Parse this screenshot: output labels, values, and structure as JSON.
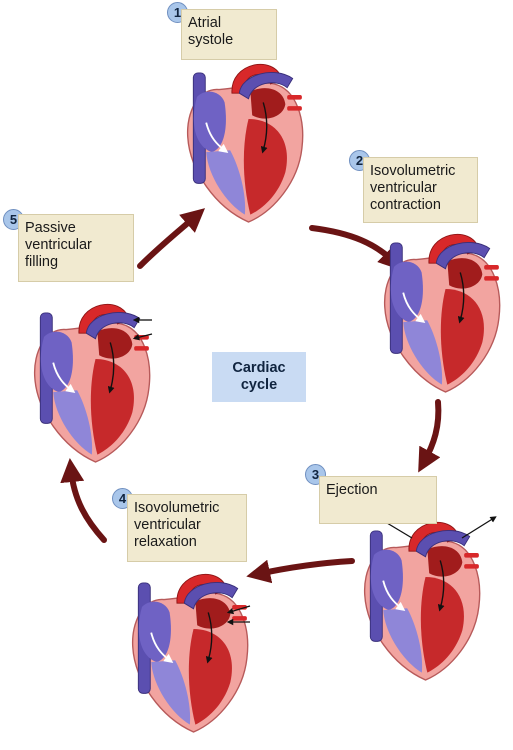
{
  "center": {
    "line1": "Cardiac",
    "line2": "cycle"
  },
  "colors": {
    "label_bg": "#f1ead0",
    "badge_bg": "#a9c6ea",
    "center_bg": "#c9dbf3",
    "cycle_arrow": "#6a1414",
    "oxygenated_blood": "#d8282a",
    "deoxygenated_blood": "#5b4fb0",
    "myocardium": "#f2a4a0"
  },
  "phases": [
    {
      "number": "1",
      "lines": [
        "Atrial",
        "systole"
      ]
    },
    {
      "number": "2",
      "lines": [
        "Isovolumetric",
        "ventricular",
        "contraction"
      ]
    },
    {
      "number": "3",
      "lines": [
        "Ejection"
      ]
    },
    {
      "number": "4",
      "lines": [
        "Isovolumetric",
        "ventricular",
        "relaxation"
      ]
    },
    {
      "number": "5",
      "lines": [
        "Passive",
        "ventricular",
        "filling"
      ]
    }
  ]
}
